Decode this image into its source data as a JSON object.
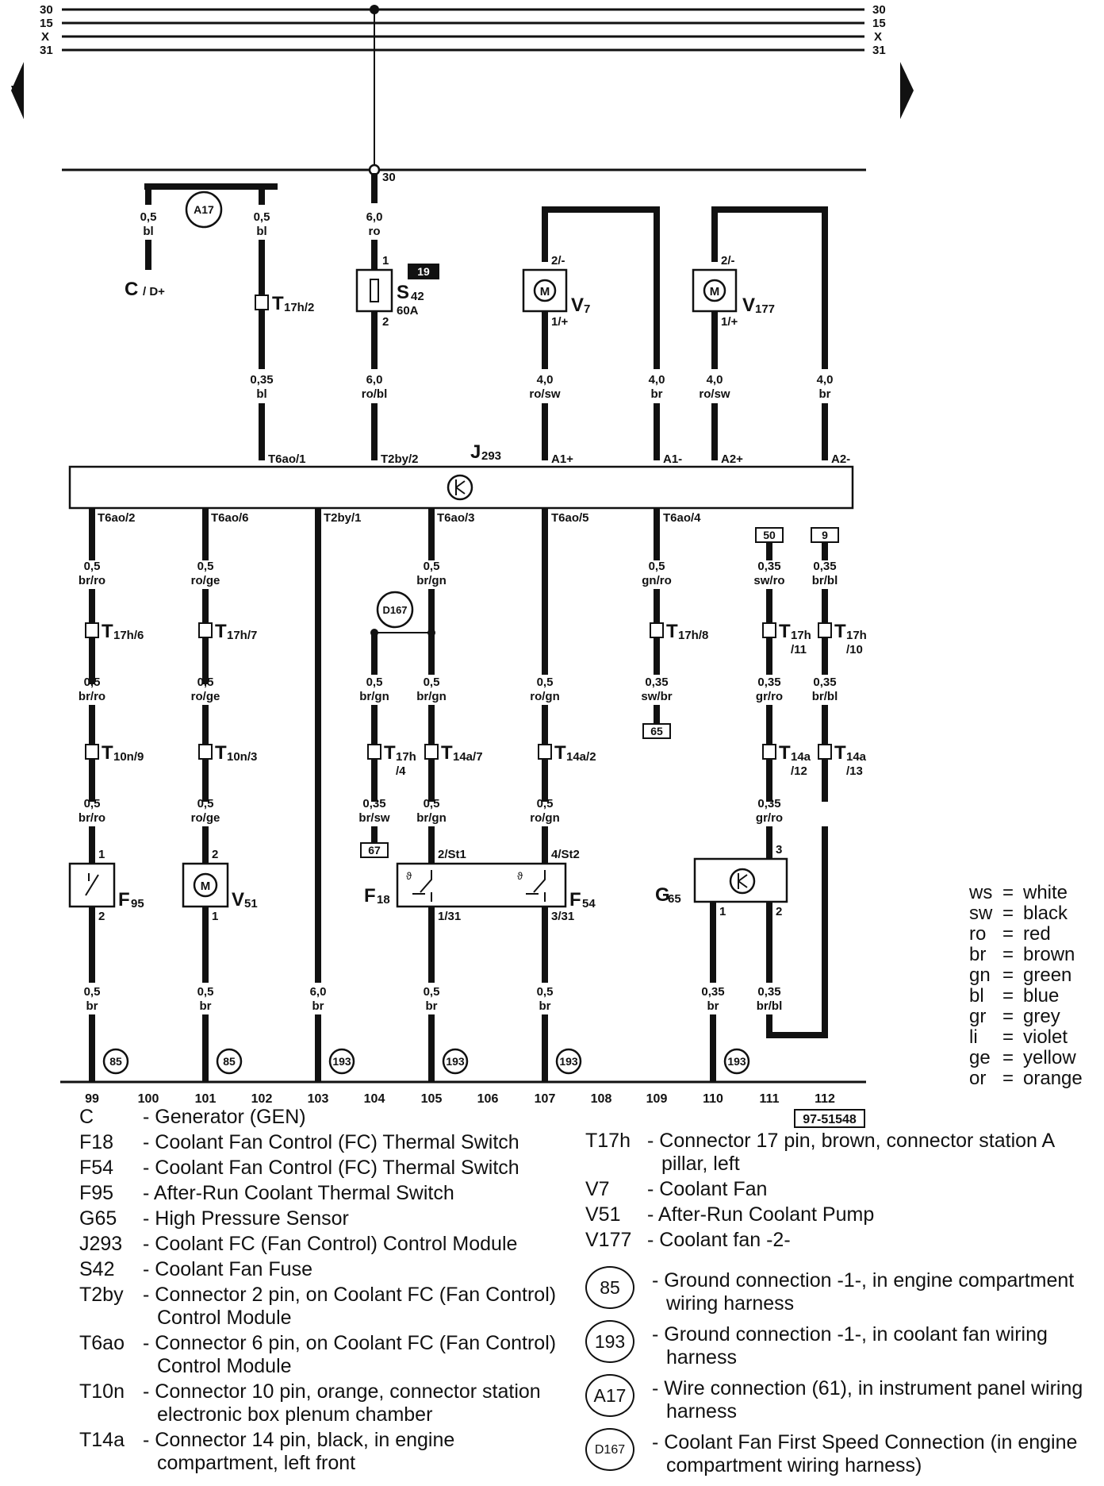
{
  "diagram_id": "97-51548",
  "bus_lines": [
    "30",
    "15",
    "X",
    "31"
  ],
  "main_feed_pin": "30",
  "module": {
    "name": "J",
    "sub": "293"
  },
  "components": {
    "C": {
      "name": "C",
      "sub": "/ D+"
    },
    "S42": {
      "name": "S",
      "sub": "42",
      "rating": "60A",
      "ref": "19",
      "pin_top": "1",
      "pin_bottom": "2"
    },
    "V7": {
      "name": "V",
      "sub": "7",
      "pin_top": "2/-",
      "pin_bottom": "1/+"
    },
    "V177": {
      "name": "V",
      "sub": "177",
      "pin_top": "2/-",
      "pin_bottom": "1/+"
    },
    "F95": {
      "name": "F",
      "sub": "95",
      "pin_top": "1",
      "pin_bottom": "2"
    },
    "V51": {
      "name": "V",
      "sub": "51",
      "pin_top": "2",
      "pin_bottom": "1"
    },
    "F18": {
      "name": "F",
      "sub": "18",
      "pin_top": "2/St1",
      "pin_bottom": "1/31"
    },
    "F54": {
      "name": "F",
      "sub": "54",
      "pin_top": "4/St2",
      "pin_bottom": "3/31"
    },
    "G65": {
      "name": "G",
      "sub": "65",
      "pin_top": "3",
      "pin_left": "1",
      "pin_right": "2"
    },
    "A17": "A17",
    "D167": "D167"
  },
  "module_pins": {
    "top": [
      "T6ao/1",
      "T2by/2",
      "A1+",
      "A1-",
      "A2+",
      "A2-"
    ],
    "bottom": [
      "T6ao/2",
      "T6ao/6",
      "T2by/1",
      "T6ao/3",
      "T6ao/5",
      "T6ao/4"
    ]
  },
  "wire_labels": {
    "a17_left": [
      "0,5",
      "bl"
    ],
    "a17_right": [
      "0,5",
      "bl"
    ],
    "s42_in": [
      "6,0",
      "ro"
    ],
    "t17h2_out": [
      "0,35",
      "bl"
    ],
    "s42_out": [
      "6,0",
      "ro/bl"
    ],
    "v7_pos": [
      "4,0",
      "ro/sw"
    ],
    "v7_neg": [
      "4,0",
      "br"
    ],
    "v177_pos": [
      "4,0",
      "ro/sw"
    ],
    "v177_neg": [
      "4,0",
      "br"
    ],
    "c99a": [
      "0,5",
      "br/ro"
    ],
    "c99b": [
      "0,5",
      "br/ro"
    ],
    "c99c": [
      "0,5",
      "br/ro"
    ],
    "c99d": [
      "0,5",
      "br"
    ],
    "c101a": [
      "0,5",
      "ro/ge"
    ],
    "c101b": [
      "0,5",
      "ro/ge"
    ],
    "c101c": [
      "0,5",
      "ro/ge"
    ],
    "c101d": [
      "0,5",
      "br"
    ],
    "c103": [
      "6,0",
      "br"
    ],
    "c104a": [
      "0,5",
      "br/gn"
    ],
    "c104b": [
      "0,35",
      "br/sw"
    ],
    "c105a": [
      "0,5",
      "br/gn"
    ],
    "c105b": [
      "0,5",
      "br/gn"
    ],
    "c105c": [
      "0,5",
      "br/gn"
    ],
    "c105d": [
      "0,5",
      "br"
    ],
    "c107a": [
      "0,5",
      "ro/gn"
    ],
    "c107b": [
      "0,5",
      "ro/gn"
    ],
    "c107c": [
      "0,5",
      "br"
    ],
    "c109a": [
      "0,5",
      "gn/ro"
    ],
    "c109b": [
      "0,35",
      "sw/br"
    ],
    "c110": [
      "0,35",
      "br"
    ],
    "c111a": [
      "0,35",
      "sw/ro"
    ],
    "c111b": [
      "0,35",
      "gr/ro"
    ],
    "c111c": [
      "0,35",
      "gr/ro"
    ],
    "c111d": [
      "0,35",
      "br/bl"
    ],
    "c112a": [
      "0,35",
      "br/bl"
    ],
    "c112b": [
      "0,35",
      "br/bl"
    ]
  },
  "connectors": {
    "T17h2": {
      "name": "T",
      "sub": "17h/2"
    },
    "T17h6": {
      "name": "T",
      "sub": "17h/6"
    },
    "T17h7": {
      "name": "T",
      "sub": "17h/7"
    },
    "T10n9": {
      "name": "T",
      "sub": "10n/9"
    },
    "T10n3": {
      "name": "T",
      "sub": "10n/3"
    },
    "T17h4": {
      "name": "T",
      "sub": "17h",
      "sub2": "/4"
    },
    "T14a7": {
      "name": "T",
      "sub": "14a/7"
    },
    "T14a2": {
      "name": "T",
      "sub": "14a/2"
    },
    "T17h8": {
      "name": "T",
      "sub": "17h/8"
    },
    "T17h11": {
      "name": "T",
      "sub": "17h",
      "sub2": "/11"
    },
    "T17h10": {
      "name": "T",
      "sub": "17h",
      "sub2": "/10"
    },
    "T14a12": {
      "name": "T",
      "sub": "14a",
      "sub2": "/12"
    },
    "T14a13": {
      "name": "T",
      "sub": "14a",
      "sub2": "/13"
    }
  },
  "refs": {
    "r50": "50",
    "r9": "9",
    "r65": "65",
    "r67": "67"
  },
  "grounds": [
    "85",
    "85",
    "193",
    "193",
    "193",
    "193"
  ],
  "current_tracks": [
    "99",
    "100",
    "101",
    "102",
    "103",
    "104",
    "105",
    "106",
    "107",
    "108",
    "109",
    "110",
    "111",
    "112"
  ],
  "color_codes": [
    {
      "abbr": "ws",
      "name": "white"
    },
    {
      "abbr": "sw",
      "name": "black"
    },
    {
      "abbr": "ro",
      "name": "red"
    },
    {
      "abbr": "br",
      "name": "brown"
    },
    {
      "abbr": "gn",
      "name": "green"
    },
    {
      "abbr": "bl",
      "name": "blue"
    },
    {
      "abbr": "gr",
      "name": "grey"
    },
    {
      "abbr": "li",
      "name": "violet"
    },
    {
      "abbr": "ge",
      "name": "yellow"
    },
    {
      "abbr": "or",
      "name": "orange"
    }
  ],
  "legend_left": [
    {
      "code": "C",
      "desc": "- Generator (GEN)"
    },
    {
      "code": "F18",
      "desc": "- Coolant Fan Control (FC) Thermal Switch"
    },
    {
      "code": "F54",
      "desc": "- Coolant Fan Control (FC) Thermal Switch"
    },
    {
      "code": "F95",
      "desc": "- After-Run Coolant Thermal Switch"
    },
    {
      "code": "G65",
      "desc": "- High Pressure Sensor"
    },
    {
      "code": "J293",
      "desc": "- Coolant FC (Fan Control) Control Module"
    },
    {
      "code": "S42",
      "desc": "- Coolant Fan Fuse"
    },
    {
      "code": "T2by",
      "desc": "- Connector 2 pin, on Coolant FC (Fan Control) Control Module"
    },
    {
      "code": "T6ao",
      "desc": "- Connector 6 pin, on Coolant FC (Fan Control) Control Module"
    },
    {
      "code": "T10n",
      "desc": "- Connector 10 pin, orange, connector station electronic box plenum chamber"
    },
    {
      "code": "T14a",
      "desc": "- Connector 14 pin, black, in engine compartment, left front"
    }
  ],
  "legend_right": [
    {
      "code": "T17h",
      "desc": "- Connector 17 pin, brown, connector station A pillar, left"
    },
    {
      "code": "V7",
      "desc": "- Coolant Fan"
    },
    {
      "code": "V51",
      "desc": "- After-Run Coolant Pump"
    },
    {
      "code": "V177",
      "desc": "- Coolant fan -2-"
    }
  ],
  "legend_grounds": [
    {
      "sym": "85",
      "desc": "- Ground connection -1-, in engine compartment wiring harness"
    },
    {
      "sym": "193",
      "desc": "- Ground connection -1-, in coolant fan wiring harness"
    },
    {
      "sym": "A17",
      "desc": "- Wire connection (61), in instrument panel wiring harness"
    },
    {
      "sym": "D167",
      "desc": "- Coolant Fan First Speed Connection (in engine compartment wiring harness)"
    }
  ]
}
